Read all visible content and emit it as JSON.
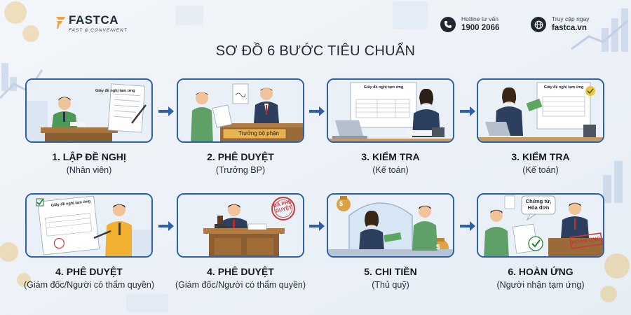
{
  "brand": {
    "name": "FASTCA",
    "tagline": "FAST & CONVENIENT",
    "accent": "#f2a23a",
    "primary": "#2e5fa8"
  },
  "contacts": {
    "hotline_label": "Hotline tư vấn",
    "hotline_value": "1900 2066",
    "web_label": "Truy cập ngay",
    "web_value": "fastca.vn"
  },
  "title": "SƠ ĐỒ 6 BƯỚC TIÊU CHUẨN",
  "steps": [
    {
      "title": "1. LẬP ĐỀ NGHỊ",
      "subtitle": "(Nhân viên)",
      "doc": "Giấy đề nghị tạm ứng"
    },
    {
      "title": "2. PHÊ DUYỆT",
      "subtitle": "(Trưởng BP)",
      "desk_sign": "Trưởng bộ phận"
    },
    {
      "title": "3. KIỂM TRA",
      "subtitle": "(Kế toán)",
      "doc": "Giấy đề nghị tạm ứng"
    },
    {
      "title": "3. KIỂM TRA",
      "subtitle": "(Kế toán)",
      "doc": "Giấy đề nghị tạm ứng"
    },
    {
      "title": "4. PHÊ DUYỆT",
      "subtitle": "(Giám đốc/Người có thẩm quyền)",
      "doc": "Giấy đề nghị tạm ứng"
    },
    {
      "title": "4. PHÊ DUYỆT",
      "subtitle": "(Giám đốc/Người có thẩm quyền)",
      "stamp_line1": "ĐÃ PHÊ",
      "stamp_line2": "DUYỆT"
    },
    {
      "title": "5. CHI TIỀN",
      "subtitle": "(Thủ quỹ)"
    },
    {
      "title": "6. HOÀN ỨNG",
      "subtitle": "(Người nhận tạm ứng)",
      "bubble_line1": "Chứng từ,",
      "bubble_line2": "Hóa đơn",
      "stamp": "HOÀN ỨNG"
    }
  ]
}
